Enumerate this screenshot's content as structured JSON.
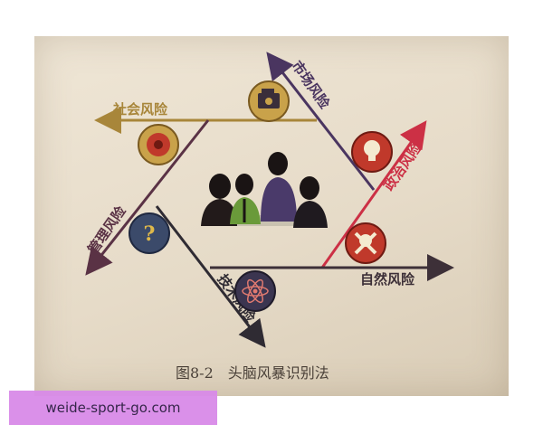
{
  "diagram": {
    "risks": {
      "social": {
        "label": "社会风险",
        "color": "#a8863a"
      },
      "market": {
        "label": "市场风险",
        "color": "#4a3560"
      },
      "political": {
        "label": "政治风险",
        "color": "#cc3045"
      },
      "natural": {
        "label": "自然风险",
        "color": "#3d3038"
      },
      "technical": {
        "label": "技术风险",
        "color": "#2f2b33"
      },
      "management": {
        "label": "管理风险",
        "color": "#5a3245"
      }
    },
    "icons": [
      "alarm-bell-icon",
      "cash-register-icon",
      "lightbulb-icon",
      "skull-crossbones-icon",
      "atom-icon",
      "question-mark-icon"
    ],
    "caption": "图8-2　头脑风暴识别法"
  },
  "watermark": "weide-sport-go.com"
}
